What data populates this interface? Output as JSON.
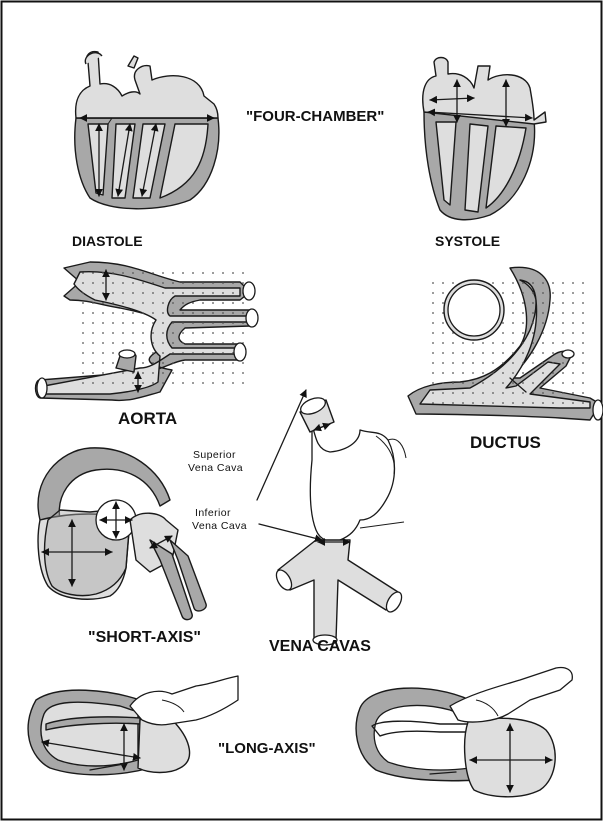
{
  "labels": {
    "four_chamber": "\"FOUR-CHAMBER\"",
    "diastole": "DIASTOLE",
    "systole": "SYSTOLE",
    "aorta": "AORTA",
    "ductus": "DUCTUS",
    "superior_line1": "Superior",
    "superior_line2": "Vena Cava",
    "inferior_line1": "Inferior",
    "inferior_line2": "Vena Cava",
    "short_axis": "\"SHORT-AXIS\"",
    "vena_cavas": "VENA CAVAS",
    "long_axis": "\"LONG-AXIS\""
  },
  "colors": {
    "myocardium": "#a8a8a8",
    "chamber": "#dedede",
    "outline": "#1a1a1a",
    "background": "#ffffff"
  }
}
